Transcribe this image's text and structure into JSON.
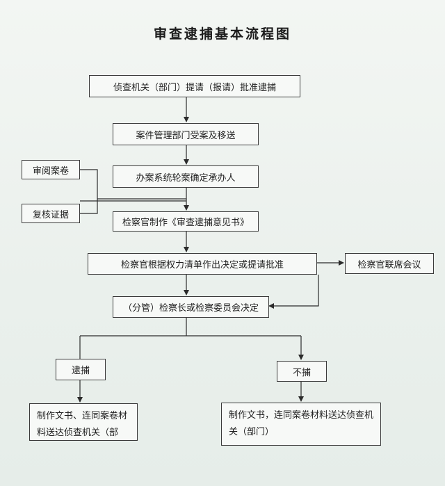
{
  "title": "审查逮捕基本流程图",
  "nodes": {
    "apply": "侦查机关（部门）提请（报请）批准逮捕",
    "accept": "案件管理部门受案及移送",
    "assign": "办案系统轮案确定承办人",
    "review_file": "审阅案卷",
    "verify_evidence": "复核证据",
    "opinion": "检察官制作《审查逮捕意见书》",
    "decide": "检察官根据权力清单作出决定或提请批准",
    "joint_meeting": "检察官联席会议",
    "chief_decide": "（分管）检察长或检察委员会决定",
    "arrest": "逮捕",
    "no_arrest": "不捕",
    "arrest_docs": "制作文书、连同案卷材料送达侦查机关（部",
    "no_arrest_docs": "制作文书，连同案卷材料送达侦查机关（部门）"
  }
}
